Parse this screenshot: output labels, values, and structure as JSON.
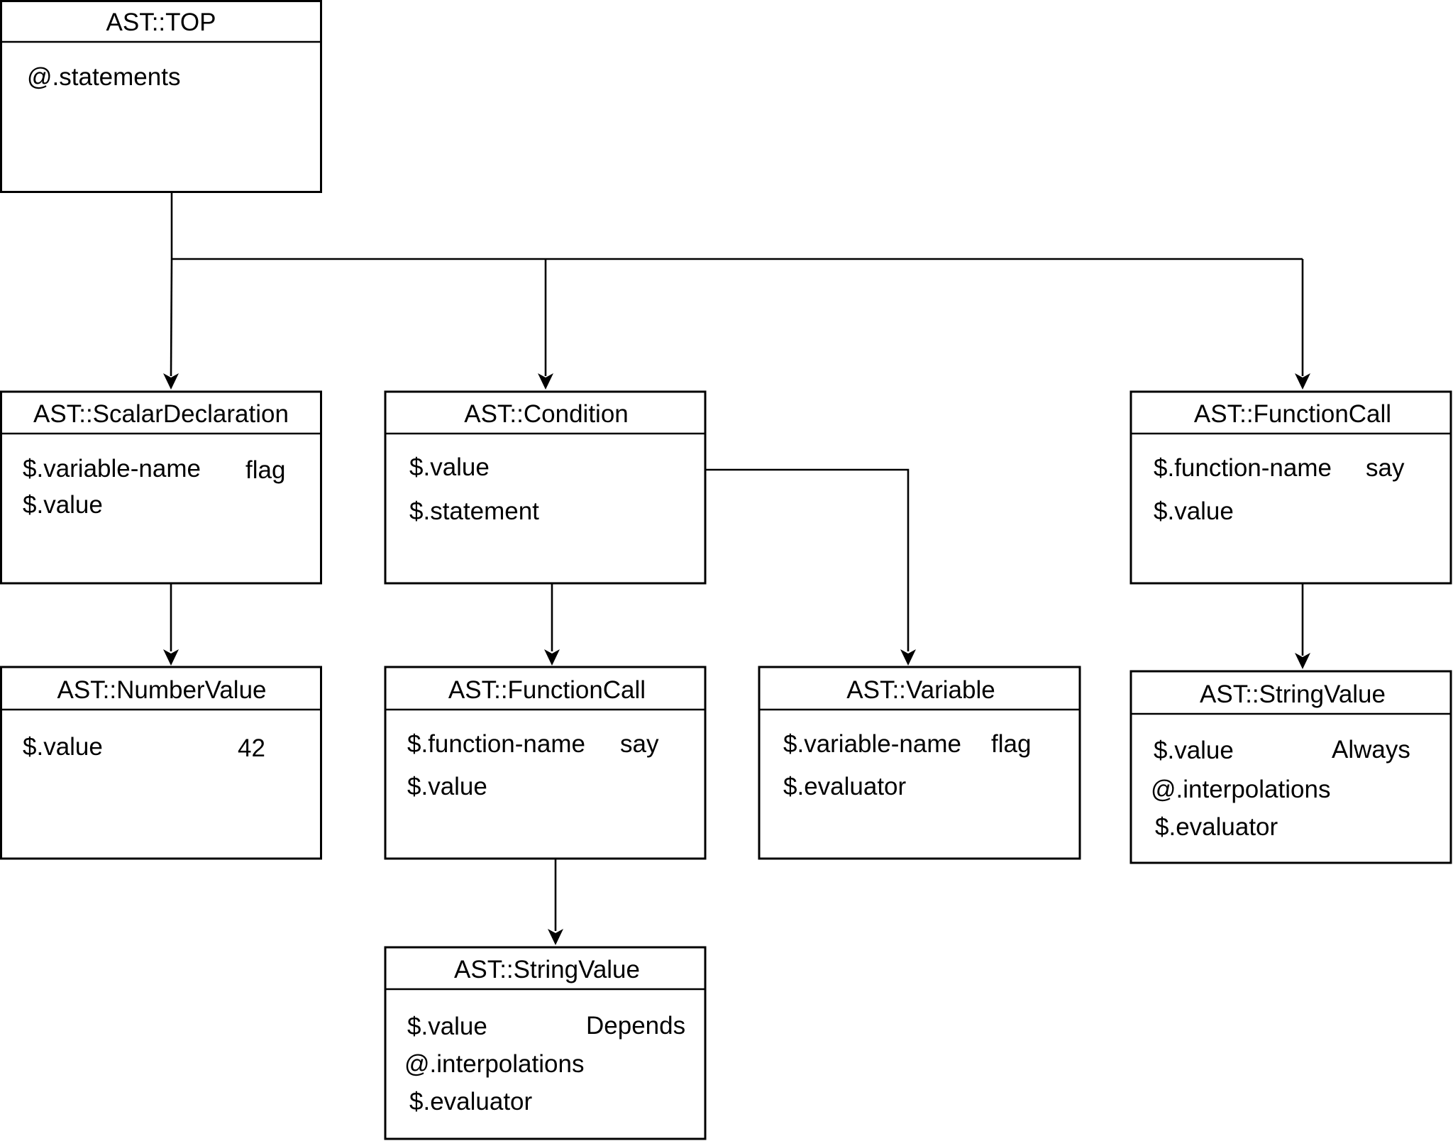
{
  "nodes": {
    "top": {
      "title": "AST::TOP",
      "fields": {
        "statements": "@.statements"
      }
    },
    "scalar_declaration": {
      "title": "AST::ScalarDeclaration",
      "fields": {
        "variable_name": "$.variable-name",
        "variable_name_value": "flag",
        "value": "$.value"
      }
    },
    "condition": {
      "title": "AST::Condition",
      "fields": {
        "value": "$.value",
        "statement": "$.statement"
      }
    },
    "function_call_say_always": {
      "title": "AST::FunctionCall",
      "fields": {
        "function_name": "$.function-name",
        "function_name_value": "say",
        "value": "$.value"
      }
    },
    "number_value": {
      "title": "AST::NumberValue",
      "fields": {
        "value": "$.value",
        "value_value": "42"
      }
    },
    "function_call_say_depends": {
      "title": "AST::FunctionCall",
      "fields": {
        "function_name": "$.function-name",
        "function_name_value": "say",
        "value": "$.value"
      }
    },
    "variable": {
      "title": "AST::Variable",
      "fields": {
        "variable_name": "$.variable-name",
        "variable_name_value": "flag",
        "evaluator": "$.evaluator"
      }
    },
    "string_value_always": {
      "title": "AST::StringValue",
      "fields": {
        "value": "$.value",
        "value_value": "Always",
        "interpolations": "@.interpolations",
        "evaluator": "$.evaluator"
      }
    },
    "string_value_depends": {
      "title": "AST::StringValue",
      "fields": {
        "value": "$.value",
        "value_value": "Depends",
        "interpolations": "@.interpolations",
        "evaluator": "$.evaluator"
      }
    }
  },
  "edges": [
    {
      "from": "top.statements",
      "to": "scalar_declaration"
    },
    {
      "from": "top.statements",
      "to": "condition"
    },
    {
      "from": "top.statements",
      "to": "function_call_say_always"
    },
    {
      "from": "scalar_declaration.value",
      "to": "number_value"
    },
    {
      "from": "condition.value",
      "to": "variable"
    },
    {
      "from": "condition.statement",
      "to": "function_call_say_depends"
    },
    {
      "from": "function_call_say_depends.value",
      "to": "string_value_depends"
    },
    {
      "from": "function_call_say_always.value",
      "to": "string_value_always"
    }
  ]
}
